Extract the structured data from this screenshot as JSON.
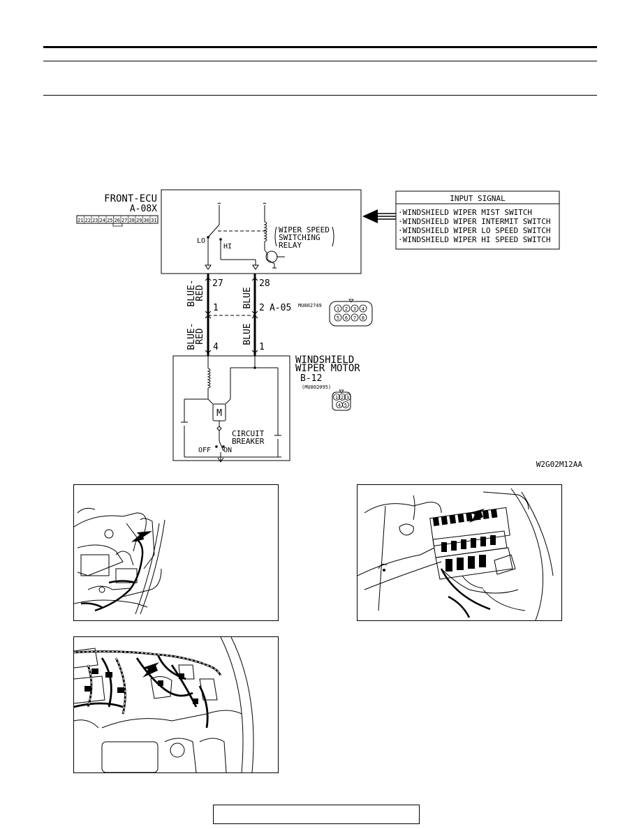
{
  "header": {
    "title": "",
    "subtitle": ""
  },
  "diagram": {
    "ecu": {
      "name": "FRONT-ECU",
      "connector": "A-08X",
      "pins": [
        "21",
        "22",
        "23",
        "24",
        "25",
        "26",
        "27",
        "28",
        "29",
        "30",
        "31"
      ]
    },
    "relay": {
      "label_lines": [
        "WIPER SPEED",
        "SWITCHING",
        "RELAY"
      ],
      "lo": "LO",
      "hi": "HI"
    },
    "input_signal": {
      "title": "INPUT SIGNAL",
      "items": [
        "·WINDSHIELD WIPER MIST SWITCH",
        "·WINDSHIELD WIPER INTERMIT SWITCH",
        "·WINDSHIELD WIPER LO SPEED SWITCH",
        "·WINDSHIELD WIPER HI SPEED SWITCH"
      ]
    },
    "wires": {
      "left_upper": [
        "BLUE-",
        "RED"
      ],
      "left_lower": [
        "BLUE-",
        "RED"
      ],
      "right_upper": "BLUE",
      "right_lower": "BLUE"
    },
    "pins": {
      "ecu_left": "27",
      "ecu_right": "28",
      "joint_left": "1",
      "joint_right": "2",
      "motor_left": "4",
      "motor_right": "1"
    },
    "joint_connector": {
      "name": "A-05",
      "part": "MU802749",
      "pins": [
        "1",
        "2",
        "3",
        "4",
        "5",
        "6",
        "7",
        "8"
      ]
    },
    "motor": {
      "name_lines": [
        "WINDSHIELD",
        "WIPER MOTOR"
      ],
      "connector": "B-12",
      "part": "(MU802095)",
      "pins": [
        "1",
        "2",
        "3",
        "4",
        "5"
      ],
      "motor_symbol": "M",
      "breaker_lines": [
        "CIRCUIT",
        "BREAKER"
      ],
      "off": "OFF",
      "on": "ON"
    },
    "figure_code": "W2G02M12AA"
  },
  "footer": {
    "text": ""
  }
}
